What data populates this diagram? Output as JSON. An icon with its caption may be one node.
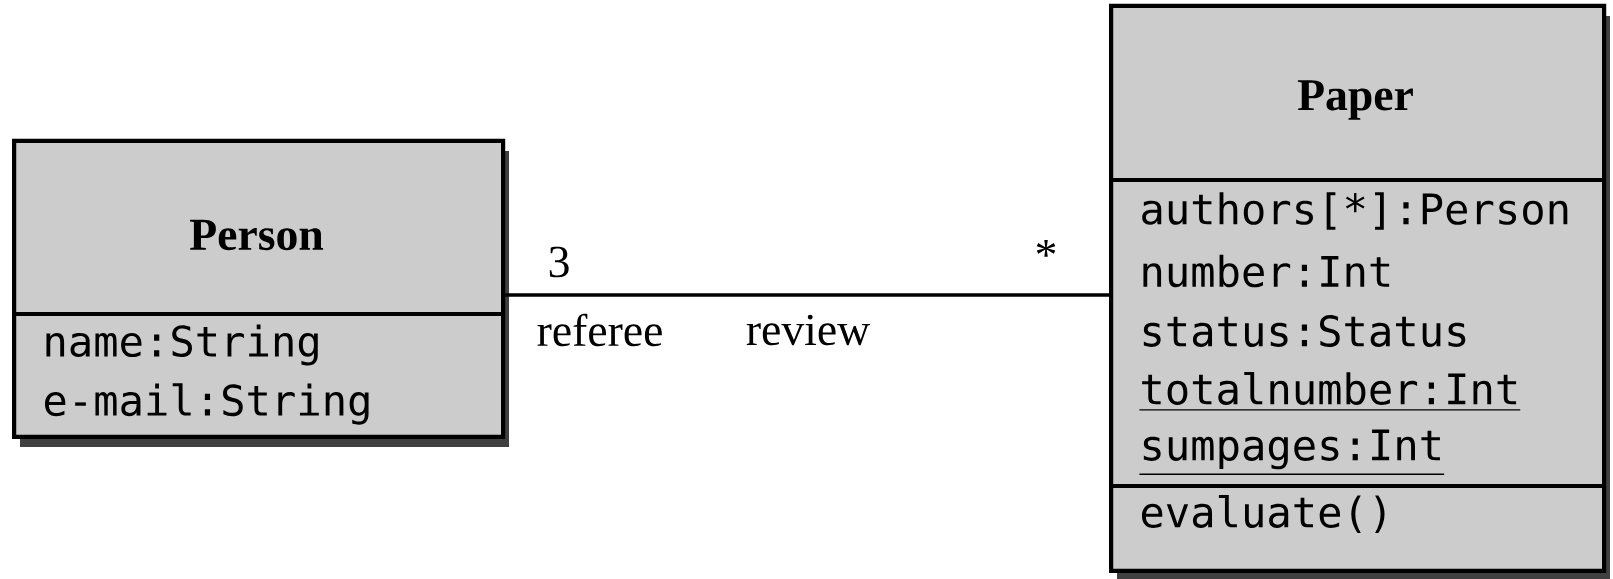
{
  "diagram": {
    "nodes": [
      {
        "text": [
          "Person",
          "name:String",
          "e-mail:String"
        ]
      },
      {
        "text": [
          "Paper",
          "authors[*]:Person",
          "number:Int",
          "status:Status",
          "totalnumber:Int",
          "sumpages:Int",
          "evaluate()"
        ]
      }
    ],
    "edges": [
      {
        "from": 0,
        "to": 1,
        "arrow": "none",
        "label": "review"
      }
    ],
    "labels": [
      "3",
      "referee",
      "*"
    ]
  }
}
